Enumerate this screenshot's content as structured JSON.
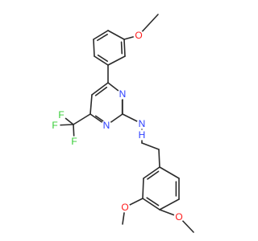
{
  "molecule": {
    "atoms": [
      {
        "id": "O_top",
        "label": "O",
        "color": "#ff1a1a"
      },
      {
        "id": "N_ring_upper",
        "label": "N",
        "color": "#2a3dff"
      },
      {
        "id": "N_ring_lower",
        "label": "N",
        "color": "#2a3dff"
      },
      {
        "id": "NH",
        "label": "N",
        "color": "#2a3dff"
      },
      {
        "id": "H_amine",
        "label": "H",
        "color": "#2a3dff"
      },
      {
        "id": "F_1",
        "label": "F",
        "color": "#33cc33"
      },
      {
        "id": "F_2",
        "label": "F",
        "color": "#33cc33"
      },
      {
        "id": "F_3",
        "label": "F",
        "color": "#33cc33"
      },
      {
        "id": "O_left",
        "label": "O",
        "color": "#ff1a1a"
      },
      {
        "id": "O_bottom",
        "label": "O",
        "color": "#ff1a1a"
      }
    ]
  }
}
